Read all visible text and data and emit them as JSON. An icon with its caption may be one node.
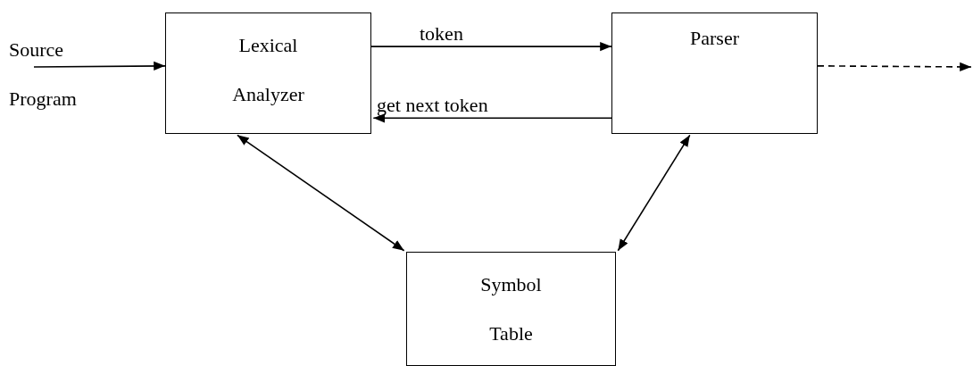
{
  "diagram": {
    "nodes": [
      {
        "text": [
          "Lexical Analyzer"
        ]
      },
      {
        "text": [
          "Parser"
        ]
      },
      {
        "text": [
          "Symbol Table"
        ]
      }
    ],
    "edges": [
      {
        "from": null,
        "to": 0,
        "arrow": "to",
        "label": "Source Program"
      },
      {
        "from": 0,
        "to": 1,
        "arrow": "to",
        "label": "token"
      },
      {
        "from": 1,
        "to": 0,
        "arrow": "to",
        "label": "get next token"
      },
      {
        "from": 0,
        "to": 2,
        "arrow": "both"
      },
      {
        "from": 1,
        "to": 2,
        "arrow": "both"
      },
      {
        "from": 1,
        "to": null,
        "arrow": "to",
        "style": "dashed"
      }
    ]
  }
}
